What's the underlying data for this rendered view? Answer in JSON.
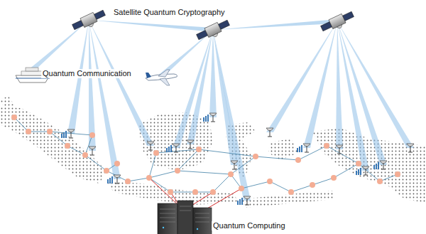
{
  "diagram": {
    "labels": [
      "Satellite Quantum Cryptography",
      "Quantum Communication",
      "Quantum Computing"
    ]
  }
}
